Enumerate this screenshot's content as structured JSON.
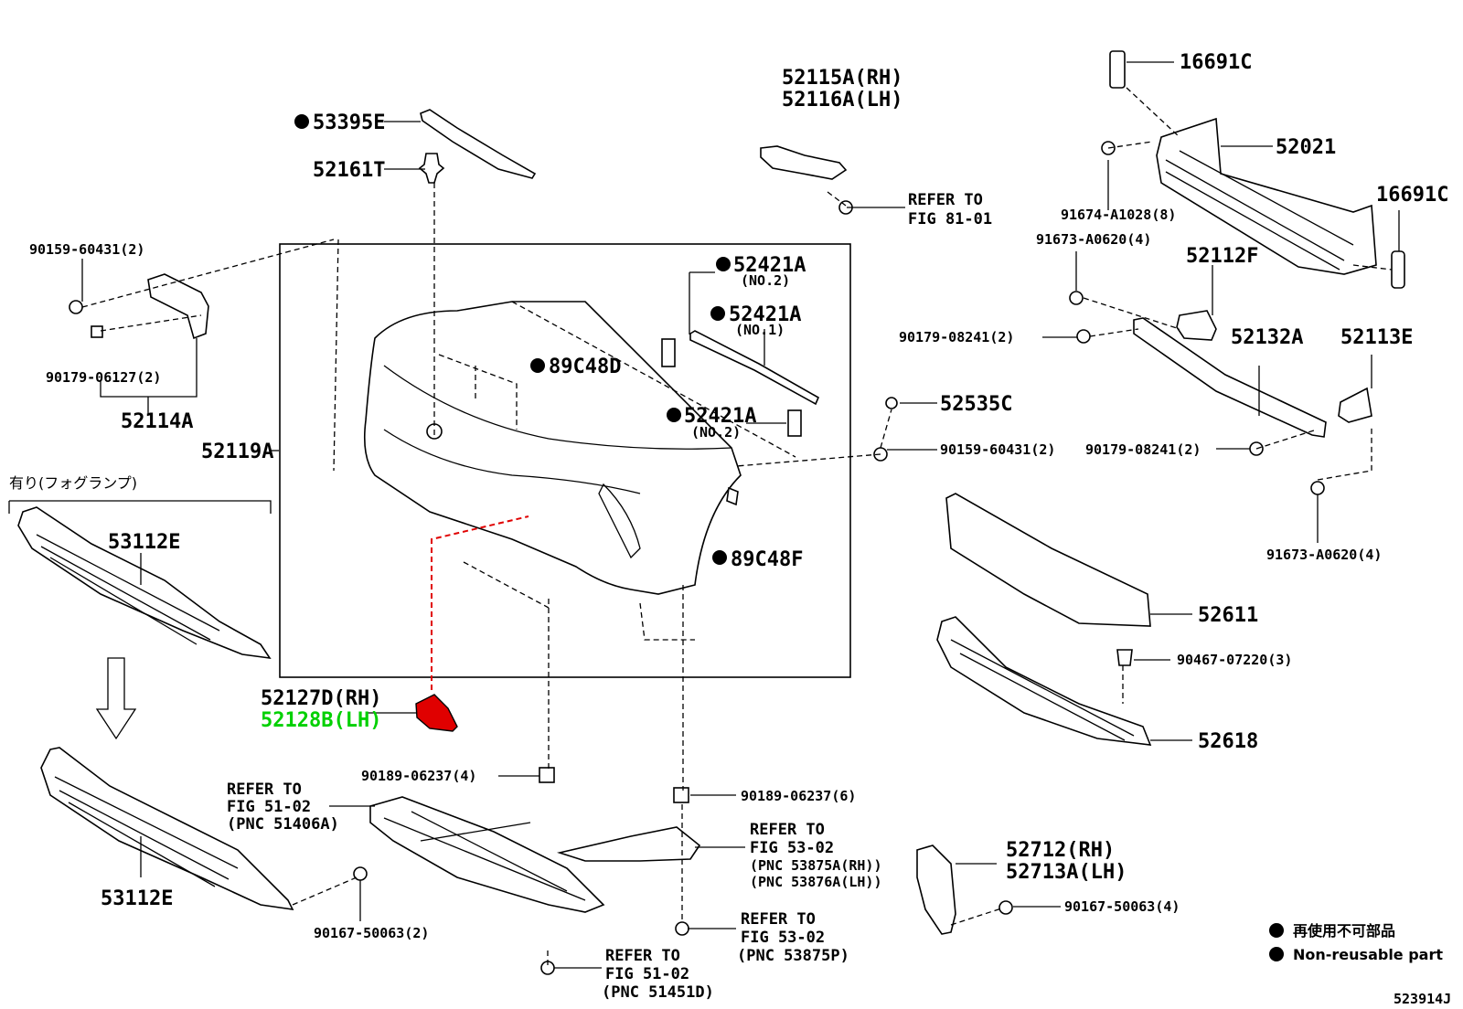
{
  "labels": {
    "p53395e": "53395E",
    "p52161t": "52161T",
    "p52115a": "52115A(RH)",
    "p52116a": "52116A(LH)",
    "refer_8101_a": "REFER TO",
    "refer_8101_b": "FIG 81-01",
    "p16691c_top": "16691C",
    "p52021": "52021",
    "p16691c_right": "16691C",
    "p91674": "91674-A1028(8)",
    "p91673_top": "91673-A0620(4)",
    "p52112f": "52112F",
    "p90159_left": "90159-60431(2)",
    "p90179_06127": "90179-06127(2)",
    "p52114a": "52114A",
    "p52421a_1": "52421A",
    "no2_a": "(NO.2)",
    "p52421a_2": "52421A",
    "no1": "(NO.1)",
    "p89c48d": "89C48D",
    "p52421a_3": "52421A",
    "no2_b": "(NO.2)",
    "p90179_08241_a": "90179-08241(2)",
    "p52132a": "52132A",
    "p52113e": "52113E",
    "p52535c": "52535C",
    "p52119a": "52119A",
    "p90159_right": "90159-60431(2)",
    "p90179_08241_b": "90179-08241(2)",
    "fog_label": "有り(フォグランプ)",
    "p53112e_top": "53112E",
    "p89c48f": "89C48F",
    "p91673_bottom": "91673-A0620(4)",
    "p52611": "52611",
    "p90467": "90467-07220(3)",
    "p52127d": "52127D(RH)",
    "p52128b": "52128B(LH)",
    "p52618": "52618",
    "p90189_4": "90189-06237(4)",
    "refer_5102_a": "REFER TO",
    "refer_5102_b": "FIG 51-02",
    "refer_5102_c": "(PNC 51406A)",
    "p90189_6": "90189-06237(6)",
    "refer_5302_a": "REFER TO",
    "refer_5302_b": "FIG 53-02",
    "refer_5302_c": "(PNC 53875A(RH))",
    "refer_5302_d": "(PNC 53876A(LH))",
    "p52712": "52712(RH)",
    "p52713": "52713A(LH)",
    "p53112e_bottom": "53112E",
    "p90167_left": "90167-50063(2)",
    "p90167_right": "90167-50063(4)",
    "refer_5302p_a": "REFER TO",
    "refer_5302p_b": "FIG 53-02",
    "refer_5302p_c": "(PNC 53875P)",
    "refer_51451_a": "REFER TO",
    "refer_51451_b": "FIG 51-02",
    "refer_51451_c": "(PNC 51451D)",
    "legend_jp": "再使用不可部品",
    "legend_en": "Non-reusable part",
    "figure_code": "523914J"
  },
  "colors": {
    "highlight": "#e00000",
    "highlight_label": "#00d000"
  }
}
